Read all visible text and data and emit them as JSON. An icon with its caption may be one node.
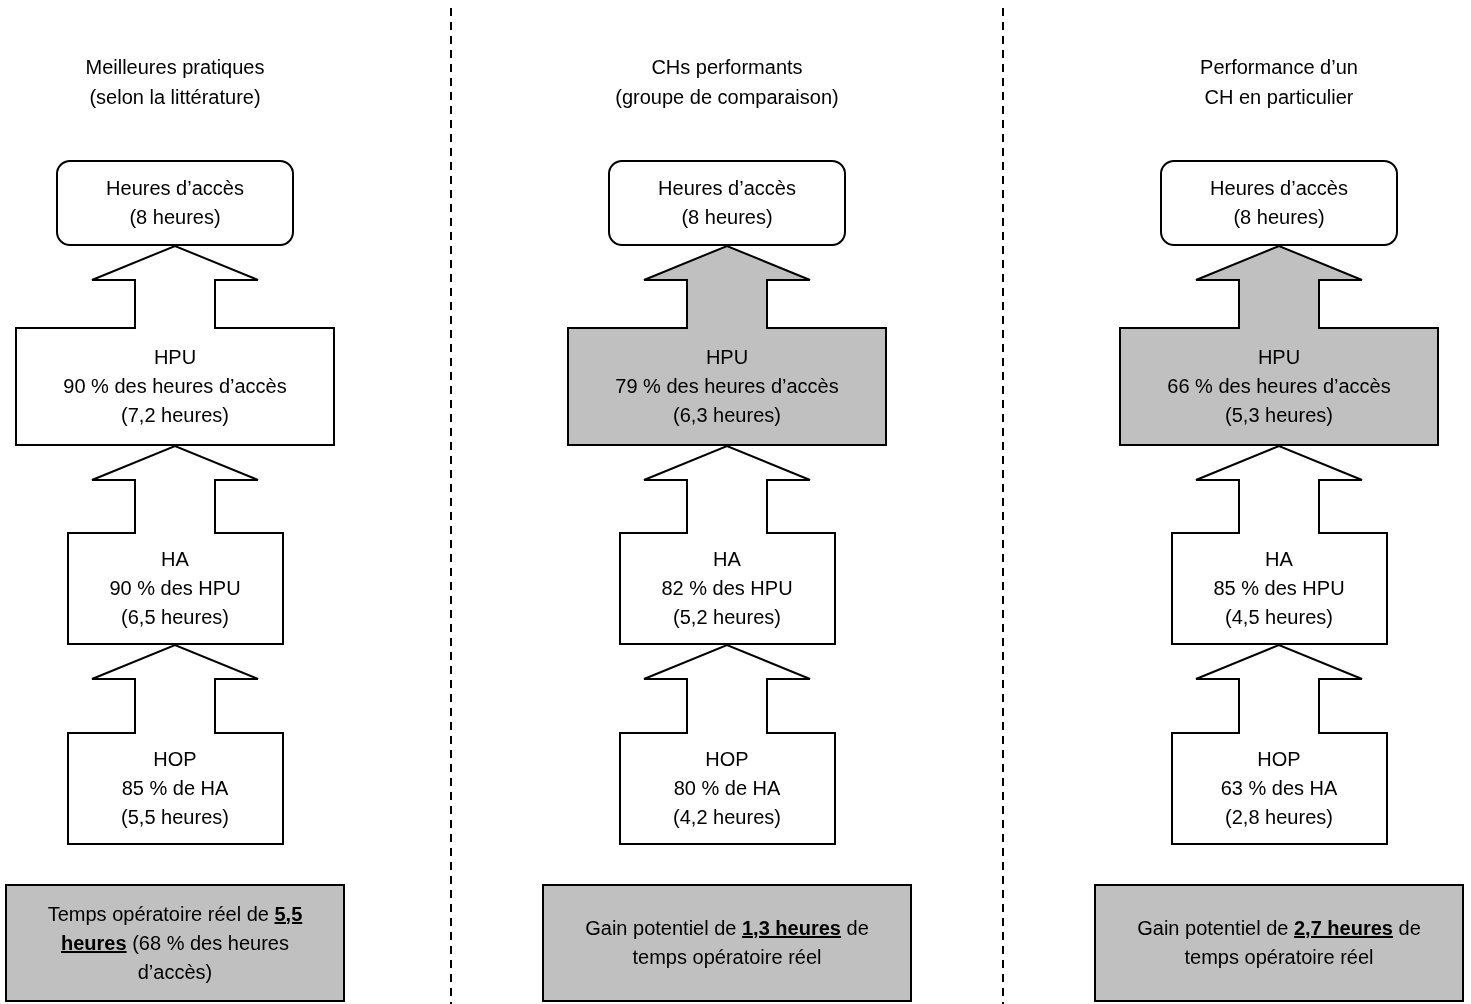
{
  "diagram": {
    "nodes": [
      {
        "text": [
          "Heures d’accès",
          "(8 heures)"
        ]
      },
      {
        "text": [
          "HPU",
          "90 % des heures d’accès",
          "(7,2 heures)"
        ]
      },
      {
        "text": [
          "HA",
          "90 % des HPU",
          "(6,5 heures)"
        ]
      },
      {
        "text": [
          "HOP",
          "85 % de HA",
          "(5,5 heures)"
        ]
      },
      {
        "text": [
          "Temps opératoire réel de **5,5 heures** (68 % des heures d’accès)"
        ]
      },
      {
        "text": [
          "Heures d’accès",
          "(8 heures)"
        ]
      },
      {
        "text": [
          "HPU",
          "79 % des heures d’accès",
          "(6,3 heures)"
        ]
      },
      {
        "text": [
          "HA",
          "82 % des HPU",
          "(5,2 heures)"
        ]
      },
      {
        "text": [
          "HOP",
          "80 % de HA",
          "(4,2 heures)"
        ]
      },
      {
        "text": [
          "Gain potentiel de **1,3 heures** de temps opératoire réel"
        ]
      },
      {
        "text": [
          "Heures d’accès",
          "(8 heures)"
        ]
      },
      {
        "text": [
          "HPU",
          "66 % des heures d’accès",
          "(5,3 heures)"
        ]
      },
      {
        "text": [
          "HA",
          "85 % des HPU",
          "(4,5 heures)"
        ]
      },
      {
        "text": [
          "HOP",
          "63 % des HA",
          "(2,8 heures)"
        ]
      },
      {
        "text": [
          "Gain potentiel de **2,7 heures** de temps opératoire réel"
        ]
      }
    ],
    "edges": [
      {
        "from": 1,
        "to": 0,
        "arrow": "to"
      },
      {
        "from": 2,
        "to": 1,
        "arrow": "to"
      },
      {
        "from": 3,
        "to": 2,
        "arrow": "to"
      },
      {
        "from": 6,
        "to": 5,
        "arrow": "to"
      },
      {
        "from": 7,
        "to": 6,
        "arrow": "to"
      },
      {
        "from": 8,
        "to": 7,
        "arrow": "to"
      },
      {
        "from": 11,
        "to": 10,
        "arrow": "to"
      },
      {
        "from": 12,
        "to": 11,
        "arrow": "to"
      },
      {
        "from": 13,
        "to": 12,
        "arrow": "to"
      }
    ],
    "labels": [
      "Meilleures pratiques (selon la littérature)",
      "CHs performants (groupe de comparaison)",
      "Performance d’un CH en particulier"
    ]
  }
}
